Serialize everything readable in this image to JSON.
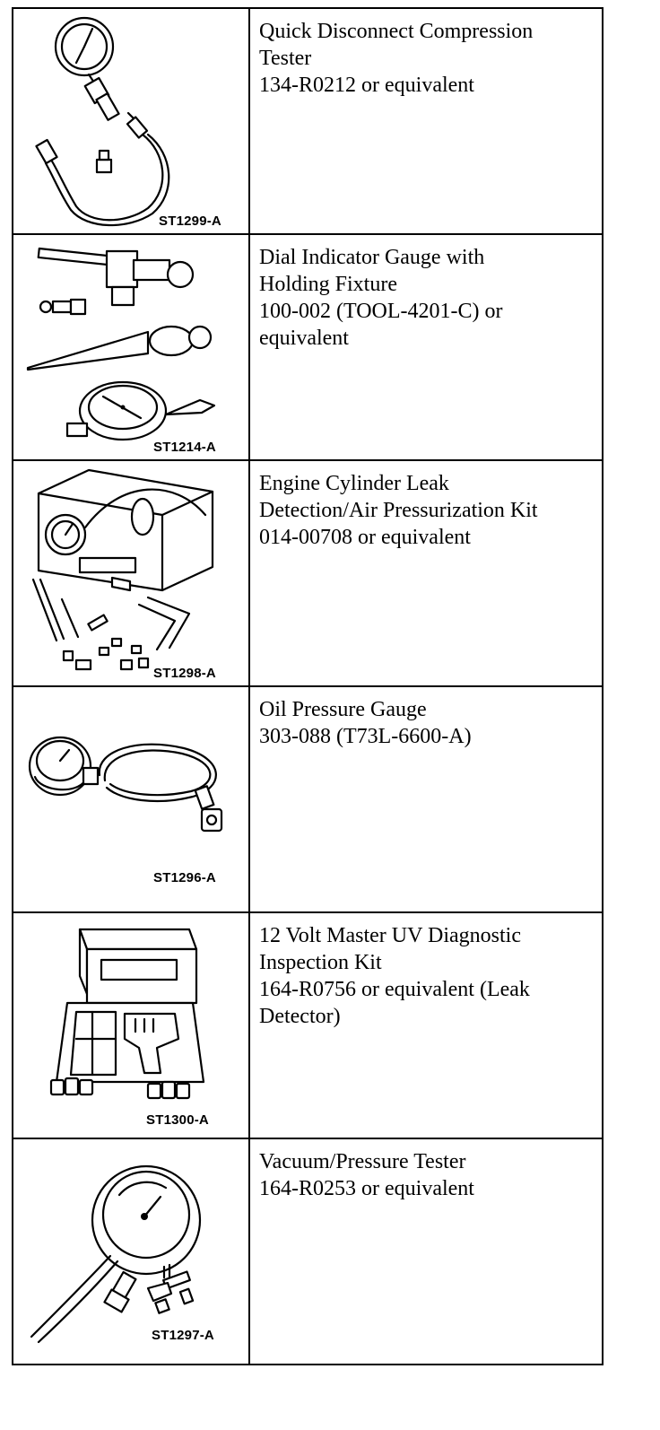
{
  "tools": [
    {
      "lines": [
        "Quick Disconnect Compression",
        "Tester",
        "134-R0212 or equivalent"
      ],
      "figure_id": "ST1299-A",
      "icon": "compression-tester-icon"
    },
    {
      "lines": [
        "Dial Indicator Gauge with",
        "Holding Fixture",
        "100-002 (TOOL-4201-C) or",
        "equivalent"
      ],
      "figure_id": "ST1214-A",
      "icon": "dial-indicator-icon"
    },
    {
      "lines": [
        "Engine Cylinder Leak",
        "Detection/Air Pressurization Kit",
        "014-00708 or equivalent"
      ],
      "figure_id": "ST1298-A",
      "icon": "leak-detection-kit-icon"
    },
    {
      "lines": [
        "Oil Pressure Gauge",
        "303-088 (T73L-6600-A)"
      ],
      "figure_id": "ST1296-A",
      "icon": "oil-pressure-gauge-icon"
    },
    {
      "lines": [
        "12 Volt Master UV Diagnostic",
        "Inspection Kit",
        "164-R0756 or equivalent (Leak",
        "Detector)"
      ],
      "figure_id": "ST1300-A",
      "icon": "uv-diagnostic-kit-icon"
    },
    {
      "lines": [
        "Vacuum/Pressure Tester",
        "164-R0253 or equivalent"
      ],
      "figure_id": "ST1297-A",
      "icon": "vacuum-pressure-tester-icon"
    }
  ]
}
